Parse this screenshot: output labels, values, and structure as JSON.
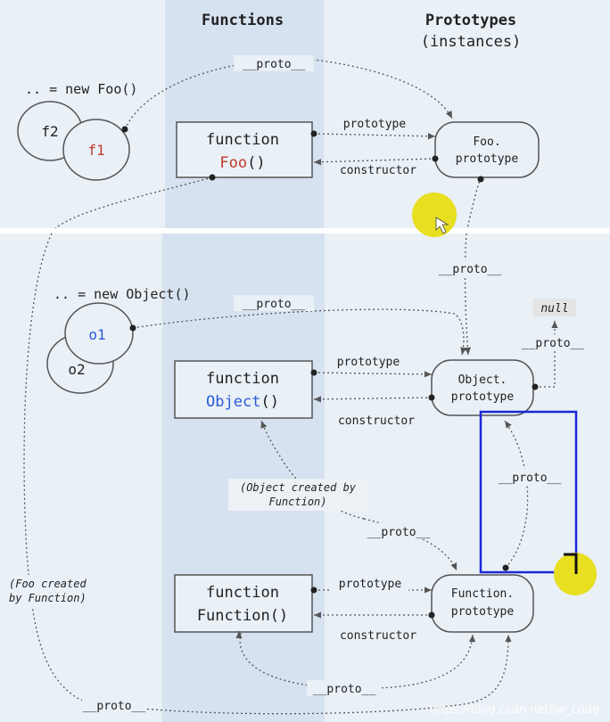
{
  "headers": {
    "functions": "Functions",
    "prototypes": "Prototypes",
    "instances": "(instances)"
  },
  "top": {
    "new_foo": ".. = new Foo()",
    "f2": "f2",
    "f1": "f1",
    "foo_fn_word": "function",
    "foo_fn_name": "Foo",
    "foo_fn_paren": "()",
    "foo_proto_line1": "Foo.",
    "foo_proto_line2": "prototype",
    "proto_label": "__proto__",
    "prototype_label": "prototype",
    "constructor_label": "constructor"
  },
  "bottom": {
    "new_object": ".. = new Object()",
    "o1": "o1",
    "o2": "o2",
    "object_fn_word": "function",
    "object_fn_name": "Object",
    "object_fn_paren": "()",
    "object_proto_line1": "Object.",
    "object_proto_line2": "prototype",
    "null_label": "null",
    "function_fn_word": "function",
    "function_fn_name": "Function()",
    "function_proto_line1": "Function.",
    "function_proto_line2": "prototype",
    "object_created_line1": "(Object created by",
    "object_created_line2": "Function)",
    "foo_created_line1": "(Foo created",
    "foo_created_line2": "by Function)",
    "proto_upper_link": "__proto__",
    "proto_o1": "__proto__",
    "proto_null": "__proto__",
    "proto_fnproto_obj": "__proto__",
    "proto_function_fn": "__proto__",
    "proto_fnproto_self": "__proto__",
    "proto_foo_bottom": "__proto__",
    "prototype_obj": "prototype",
    "constructor_obj": "constructor",
    "prototype_fn": "prototype",
    "constructor_fn": "constructor",
    "watermark": "https://blog.csdn.net/jw_code"
  },
  "colors": {
    "panel_bg": "#e9f0f6",
    "column_bg": "#d7e2f0",
    "line": "#555555",
    "text": "#222222",
    "foo_red": "#c0392b",
    "object_blue": "#2a5bd7",
    "highlight_box": "#1b27d6",
    "cursor_yellow": "#e7df1f"
  }
}
